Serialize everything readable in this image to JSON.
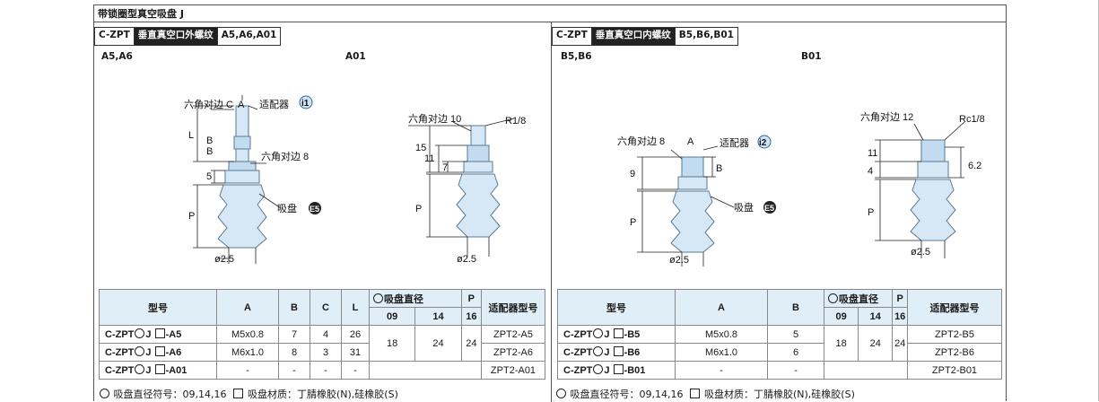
{
  "title": "带锁圈型真空吸盘 J",
  "left": {
    "header": [
      "C-ZPT",
      "垂直真空口外螺纹",
      "A5,A6,A01"
    ],
    "lbl1": "A5,A6",
    "lbl2": "A01",
    "d1": {
      "hex_c": "六角对边 C",
      "a": "A",
      "adapter": "适配器",
      "adapter_badge": "i1",
      "b1": "B",
      "b2": "B",
      "l": "L",
      "five": "5",
      "hex8": "六角对边 8",
      "cup": "吸盘",
      "cup_badge": "E5",
      "p": "P",
      "phi": "ø2.5"
    },
    "d2": {
      "hex10": "六角对边 10",
      "r": "R1/8",
      "d15": "15",
      "d11": "11",
      "d7": "7",
      "p": "P",
      "phi": "ø2.5"
    },
    "table": {
      "h_model": "型号",
      "h_a": "A",
      "h_b": "B",
      "h_c": "C",
      "h_l": "L",
      "h_dia": "吸盘直径",
      "h_p": "P",
      "h_adp": "适配器型号",
      "dias": [
        "09",
        "14",
        "16"
      ],
      "rows": [
        {
          "m1": "C-ZPT",
          "m2": "J",
          "m3": "-A5",
          "a": "M5x0.8",
          "b": "7",
          "c": "4",
          "l": "26",
          "adp": "ZPT2-A5"
        },
        {
          "m1": "C-ZPT",
          "m2": "J",
          "m3": "-A6",
          "a": "M6x1.0",
          "b": "8",
          "c": "3",
          "l": "31",
          "adp": "ZPT2-A6"
        },
        {
          "m1": "C-ZPT",
          "m2": "J",
          "m3": "-A01",
          "a": "-",
          "b": "-",
          "c": "-",
          "l": "-",
          "adp": "ZPT2-A01"
        }
      ],
      "p_vals": [
        "18",
        "24",
        "24"
      ]
    },
    "foot1": "吸盘直径符号：09,14,16",
    "foot2": "吸盘材质：丁腈橡胶(N),硅橡胶(S)"
  },
  "right": {
    "header": [
      "C-ZPT",
      "垂直真空口内螺纹",
      "B5,B6,B01"
    ],
    "lbl1": "B5,B6",
    "lbl2": "B01",
    "d1": {
      "hex8": "六角对边 8",
      "a": "A",
      "adapter": "适配器",
      "adapter_badge": "i2",
      "b": "B",
      "nine": "9",
      "cup": "吸盘",
      "cup_badge": "E5",
      "p": "P",
      "phi": "ø2.5"
    },
    "d2": {
      "hex12": "六角对边 12",
      "rc": "Rc1/8",
      "d11": "11",
      "d4": "4",
      "d62": "6.2",
      "p": "P",
      "phi": "ø2.5"
    },
    "table": {
      "h_model": "型号",
      "h_a": "A",
      "h_b": "B",
      "h_dia": "吸盘直径",
      "h_p": "P",
      "h_adp": "适配器型号",
      "dias": [
        "09",
        "14",
        "16"
      ],
      "rows": [
        {
          "m1": "C-ZPT",
          "m2": "J",
          "m3": "-B5",
          "a": "M5x0.8",
          "b": "5",
          "adp": "ZPT2-B5"
        },
        {
          "m1": "C-ZPT",
          "m2": "J",
          "m3": "-B6",
          "a": "M6x1.0",
          "b": "6",
          "adp": "ZPT2-B6"
        },
        {
          "m1": "C-ZPT",
          "m2": "J",
          "m3": "-B01",
          "a": "-",
          "b": "-",
          "adp": "ZPT2-B01"
        }
      ],
      "p_vals": [
        "18",
        "24",
        "24"
      ]
    },
    "foot1": "吸盘直径符号：09,14,16",
    "foot2": "吸盘材质：丁腈橡胶(N),硅橡胶(S)"
  },
  "colors": {
    "part_fill": "#d6e8f5",
    "part_stroke": "#5a7a95",
    "header_bg": "#dfeef7"
  }
}
